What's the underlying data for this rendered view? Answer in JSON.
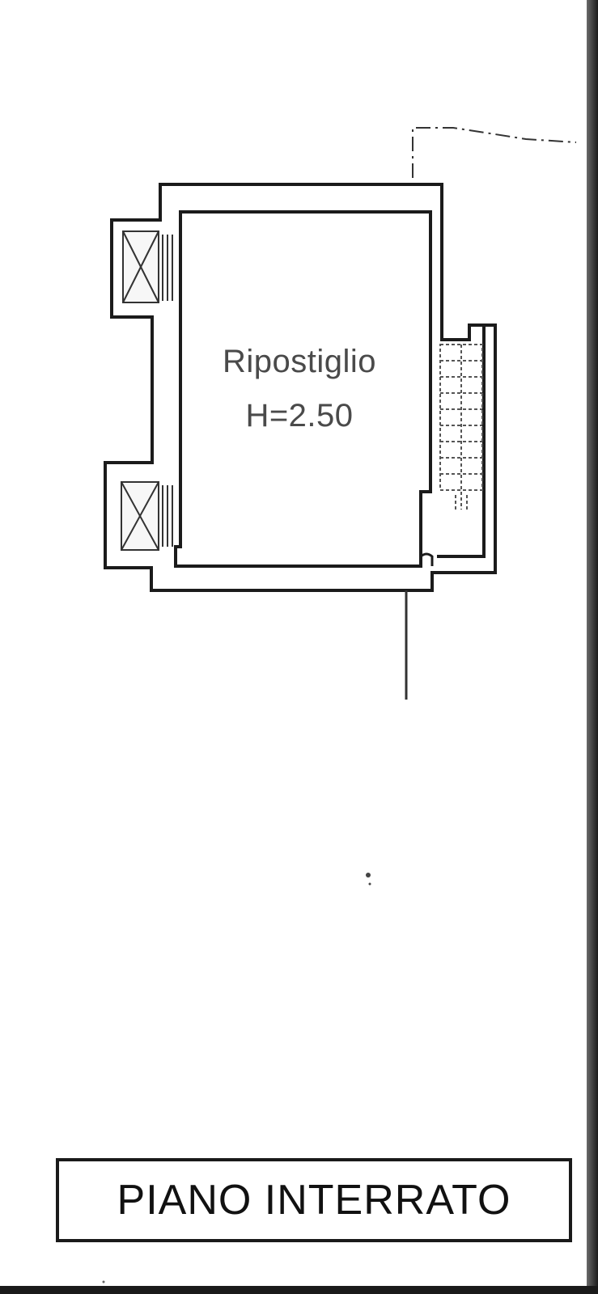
{
  "plan": {
    "room_name": "Ripostiglio",
    "room_height": "H=2.50",
    "title": "PIANO INTERRATO"
  }
}
